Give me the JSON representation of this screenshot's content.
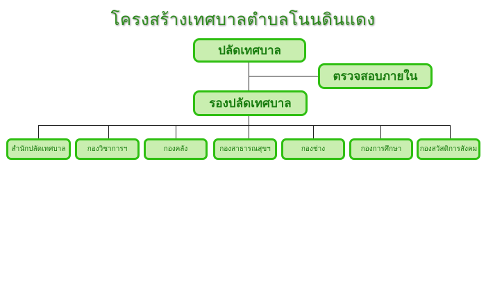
{
  "title": "โครงสร้างเทศบาลตำบลโนนดินแดง",
  "top": {
    "label": "ปลัดเทศบาล"
  },
  "audit": {
    "label": "ตรวจสอบภายใน"
  },
  "deputy": {
    "label": "รองปลัดเทศบาล"
  },
  "departments": [
    {
      "label": "สำนักปลัดเทศบาล"
    },
    {
      "label": "กองวิชาการฯ"
    },
    {
      "label": "กองคลัง"
    },
    {
      "label": "กองสาธารณสุขฯ"
    },
    {
      "label": "กองช่าง"
    },
    {
      "label": "กองการศึกษา"
    },
    {
      "label": "กองสวัสดิการสังคม"
    }
  ],
  "colors": {
    "border": "#2fbf12",
    "fill": "#c9eeb0",
    "text": "#1a7d10",
    "title": "#2e8b1e",
    "connector": "#222222"
  }
}
